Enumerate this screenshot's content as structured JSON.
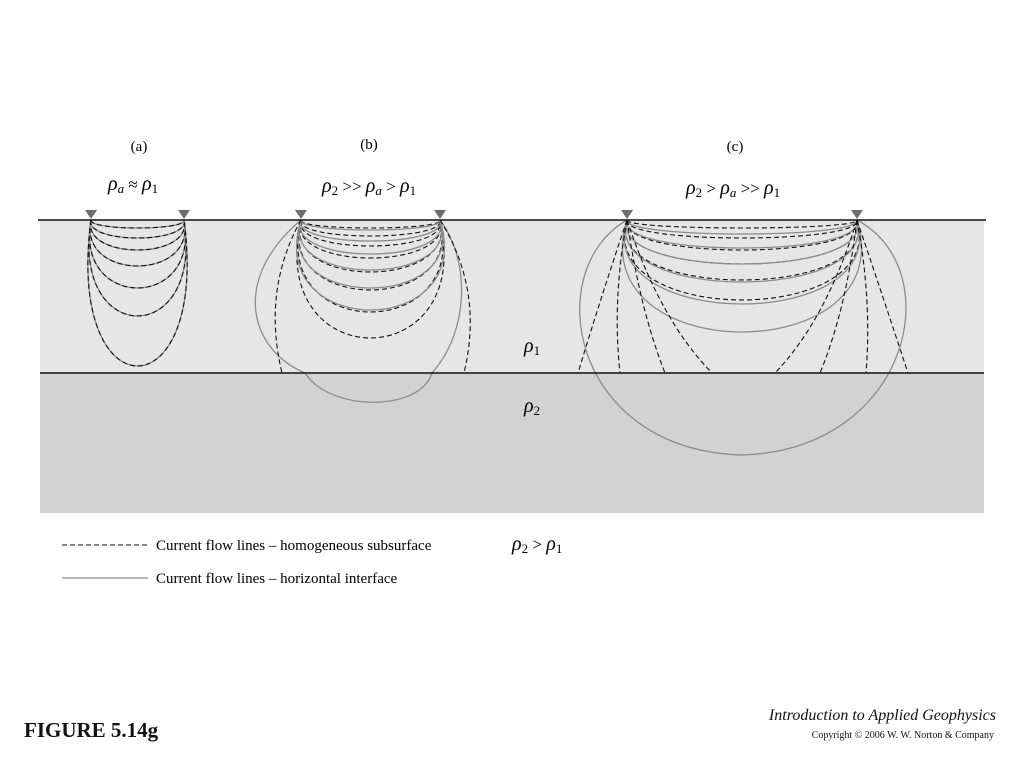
{
  "panels": {
    "a": {
      "label": "(a)",
      "relation": {
        "lhs_base": "ρ",
        "lhs_sub": "a",
        "op": " ≈ ",
        "rhs_base": "ρ",
        "rhs_sub": "1"
      }
    },
    "b": {
      "label": "(b)",
      "relation": {
        "t1_base": "ρ",
        "t1_sub": "2",
        "op1": " >> ",
        "t2_base": "ρ",
        "t2_sub": "a",
        "op2": " > ",
        "t3_base": "ρ",
        "t3_sub": "1"
      }
    },
    "c": {
      "label": "(c)",
      "relation": {
        "t1_base": "ρ",
        "t1_sub": "2",
        "op1": " > ",
        "t2_base": "ρ",
        "t2_sub": "a",
        "op2": " >> ",
        "t3_base": "ρ",
        "t3_sub": "1"
      }
    }
  },
  "layers": {
    "upper": {
      "base": "ρ",
      "sub": "1",
      "color": "#e6e6e6"
    },
    "lower": {
      "base": "ρ",
      "sub": "2",
      "color": "#d2d2d2"
    }
  },
  "legend": {
    "dashed_label": "Current flow lines – homogeneous subsurface",
    "solid_label": "Current flow lines – horizontal interface",
    "condition": {
      "lhs_base": "ρ",
      "lhs_sub": "2",
      "op": " > ",
      "rhs_base": "ρ",
      "rhs_sub": "1"
    }
  },
  "colors": {
    "dashed_line": "#111111",
    "solid_line": "#8c8c8c",
    "electrode": "#6e6e6e"
  },
  "caption": "FIGURE 5.14g",
  "book_title": "Introduction to Applied Geophysics",
  "copyright": "Copyright © 2006 W. W. Norton & Company"
}
